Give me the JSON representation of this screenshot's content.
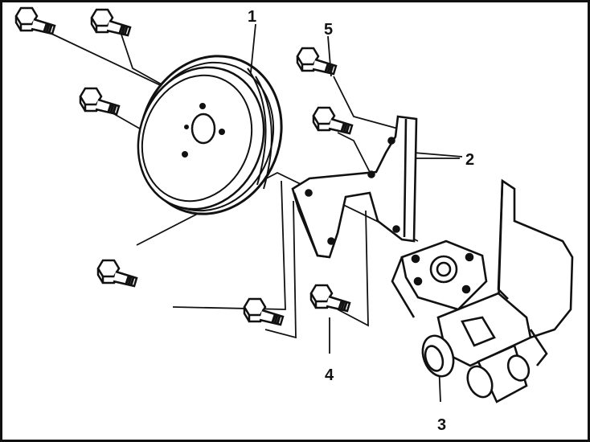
{
  "labels": {
    "pulley": "1",
    "bracket": "2",
    "pump": "3",
    "bolt_lower": "4",
    "bolt_upper": "5"
  },
  "colors": {
    "ink": "#111111",
    "paper": "#ffffff"
  }
}
